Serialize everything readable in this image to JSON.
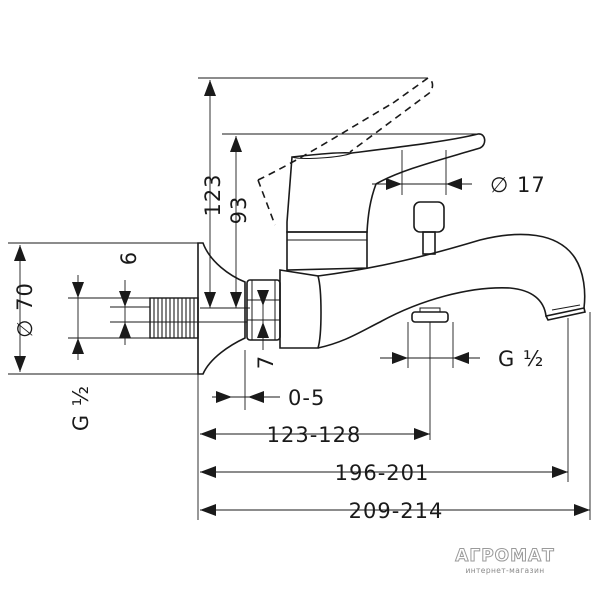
{
  "dimensions": {
    "overall_height": "123",
    "lever_height": "93",
    "rosette_diameter": "∅ 70",
    "offset_6": "6",
    "offset_7": "7",
    "thread_inlet": "G ½",
    "lever_width": "∅ 17",
    "thread_outlet": "G ½",
    "wall_gap": "0-5",
    "outlet_reach": "123-128",
    "spout_reach": "196-201",
    "overall_length": "209-214"
  },
  "watermark": {
    "brand": "АГРОМАТ",
    "subtitle": "интернет-магазин"
  }
}
